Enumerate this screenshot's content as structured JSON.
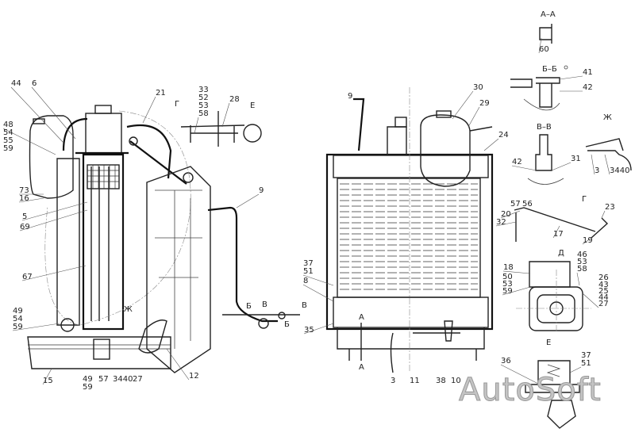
{
  "watermark": "AutoSoft",
  "left_view_labels": [
    "44",
    "6",
    "48",
    "54",
    "55",
    "59",
    "73",
    "16",
    "5",
    "69",
    "21",
    "33",
    "52",
    "53",
    "58",
    "28",
    "Г",
    "Е",
    "9",
    "67",
    "49",
    "54",
    "59",
    "Ж",
    "15",
    "49",
    "59",
    "57",
    "3440",
    "27",
    "12",
    "Б",
    "В",
    "В",
    "Б"
  ],
  "center_view_labels": [
    "9",
    "30",
    "29",
    "24",
    "37",
    "51",
    "8",
    "35",
    "А",
    "А",
    "3",
    "11",
    "38",
    "10"
  ],
  "detail_labels": [
    "А–А",
    "60",
    "Б–Б",
    "41",
    "42",
    "В–В",
    "42",
    "31",
    "Ж",
    "3",
    "3440",
    "Г",
    "57",
    "56",
    "20",
    "32",
    "17",
    "23",
    "19",
    "Д",
    "18",
    "50",
    "53",
    "59",
    "46",
    "53",
    "58",
    "26",
    "43",
    "25",
    "44",
    "27",
    "Е",
    "36",
    "37",
    "51"
  ]
}
